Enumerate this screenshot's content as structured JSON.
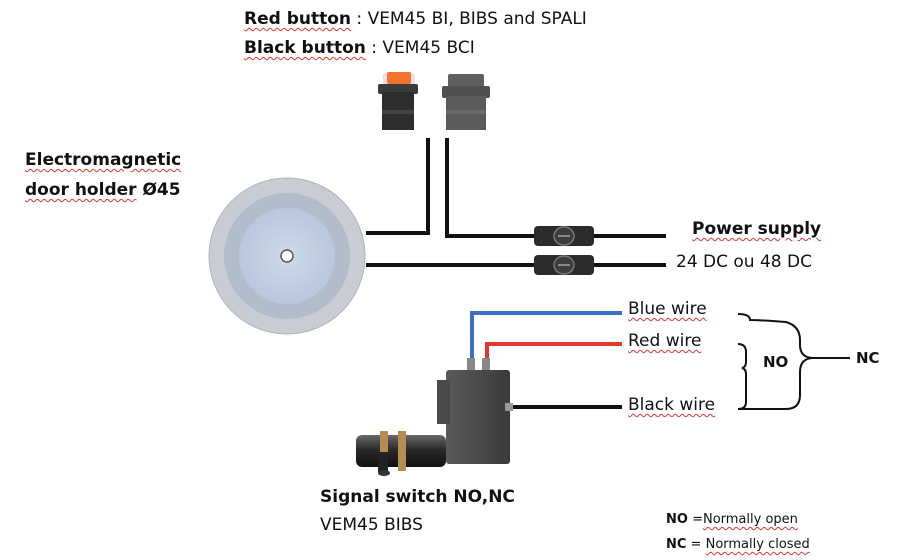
{
  "title_lines": {
    "red_button": {
      "label": "Red button",
      "sep": " : ",
      "value": "VEM45 BI, BIBS and SPALI"
    },
    "black_button": {
      "label": "Black button",
      "sep": " : ",
      "value": "VEM45 BCI"
    }
  },
  "door_holder": {
    "line1": "Electromagnetic",
    "line2_a": "door holder",
    "line2_b": " Ø45"
  },
  "power_supply": {
    "title": "Power supply",
    "value": "24 DC ou 48 DC"
  },
  "wires": {
    "blue": "Blue wire",
    "red": "Red wire",
    "black": "Black wire"
  },
  "brackets": {
    "no": "NO",
    "nc": "NC"
  },
  "switch": {
    "title": "Signal switch NO,NC",
    "model": "VEM45 BIBS"
  },
  "legend": {
    "no_key": "NO",
    "no_text": "Normally open",
    "no_sep": " =",
    "nc_key": "NC",
    "nc_text": "Normally closed",
    "nc_sep": " = "
  },
  "colors": {
    "blue_wire": "#3e6fc7",
    "red_wire": "#e0392c",
    "orange_button": "#f2742c"
  }
}
